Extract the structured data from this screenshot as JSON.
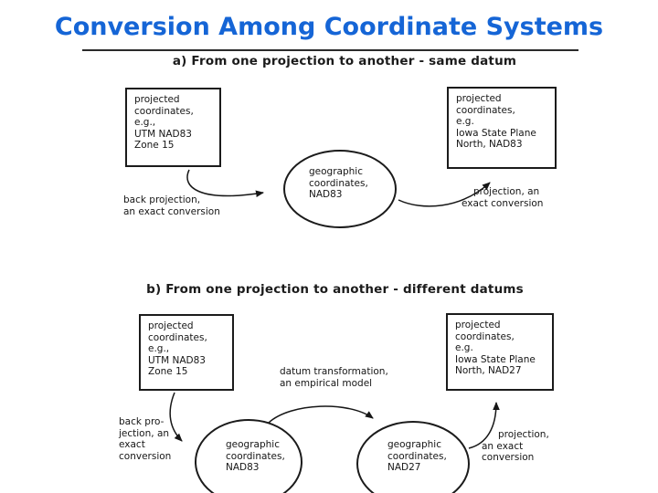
{
  "title": "Conversion Among Coordinate Systems",
  "diagram_a": {
    "heading": "a) From one projection to another - same datum",
    "left_box": "projected\ncoordinates,\ne.g.,\nUTM NAD83\nZone 15",
    "right_box": "projected\ncoordinates,\ne.g.\nIowa State Plane\nNorth, NAD83",
    "ellipse": "geographic\ncoordinates,\nNAD83",
    "left_arrow_label": "back projection,\nan exact conversion",
    "right_arrow_label": "projection, an\nexact conversion"
  },
  "diagram_b": {
    "heading": "b) From one projection to another - different datums",
    "left_box": "projected\ncoordinates,\ne.g.,\nUTM NAD83\nZone 15",
    "right_box": "projected\ncoordinates,\ne.g.\nIowa State Plane\nNorth, NAD27",
    "left_ellipse": "geographic\ncoordinates,\nNAD83",
    "right_ellipse": "geographic\ncoordinates,\nNAD27",
    "left_arrow_label": "back pro-\njection, an\nexact\nconversion",
    "middle_arrow_label": "datum transformation,\nan empirical model",
    "right_arrow_label": "projection,\nan exact\nconversion"
  },
  "colors": {
    "title_blue": "#1565d6",
    "ink": "#161616"
  }
}
